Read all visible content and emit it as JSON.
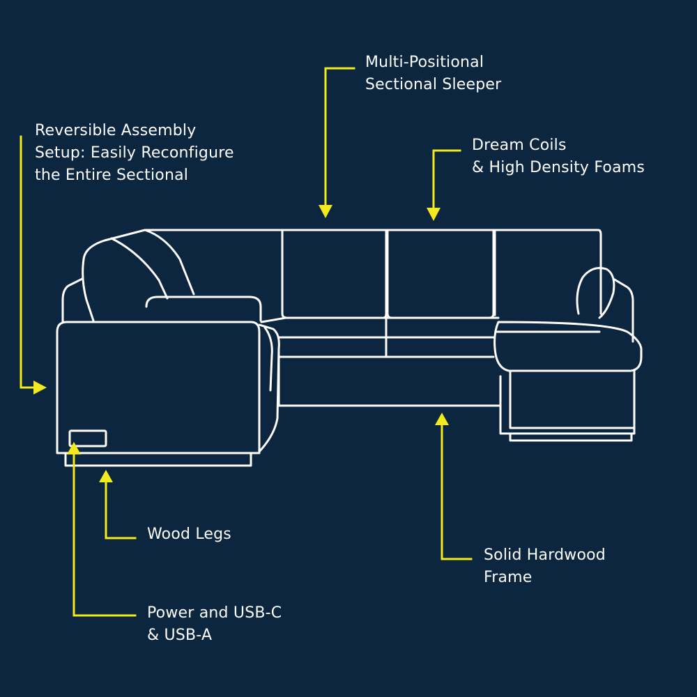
{
  "colors": {
    "background": "#0d2640",
    "outline": "#ffffff",
    "callout": "#f2ea1c",
    "text": "#ffffff"
  },
  "callouts": {
    "sleeper": {
      "line1": "Multi-Positional",
      "line2": "Sectional Sleeper"
    },
    "reversible": {
      "line1": "Reversible Assembly",
      "line2": "Setup: Easily Reconfigure",
      "line3": "the Entire Sectional"
    },
    "coils": {
      "line1": "Dream Coils",
      "line2": "& High Density Foams"
    },
    "legs": {
      "line1": "Wood Legs"
    },
    "frame": {
      "line1": "Solid Hardwood",
      "line2": "Frame"
    },
    "power": {
      "line1": "Power and USB-C",
      "line2": "& USB-A"
    }
  }
}
